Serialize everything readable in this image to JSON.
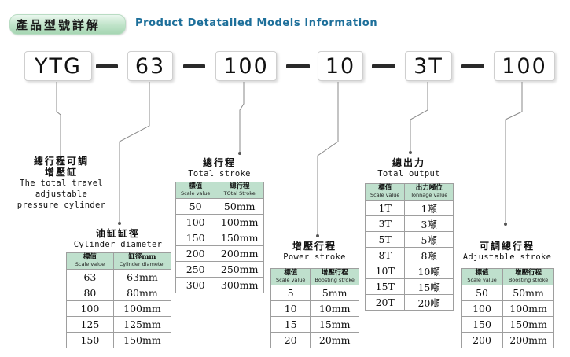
{
  "header": {
    "title_cn": "產品型號詳解",
    "title_en": "Product Detatailed Models Information"
  },
  "model_code": [
    {
      "segment": "YTG"
    },
    {
      "segment": "63"
    },
    {
      "segment": "100"
    },
    {
      "segment": "10"
    },
    {
      "segment": "3T"
    },
    {
      "segment": "100"
    }
  ],
  "labels": {
    "ytg": {
      "cn1": "總行程可調",
      "cn2": "增壓缸",
      "en1": "The total travel",
      "en2": "adjustable",
      "en3": "pressure cylinder"
    },
    "cylinder": {
      "cn": "油缸缸徑",
      "en": "Cylinder diameter"
    },
    "total_stroke": {
      "cn": "總行程",
      "en": "Total stroke"
    },
    "power_stroke": {
      "cn": "增壓行程",
      "en": "Power stroke"
    },
    "total_output": {
      "cn": "總出力",
      "en": "Total output"
    },
    "adjustable_stroke": {
      "cn": "可調總行程",
      "en": "Adjustable stroke"
    }
  },
  "tables": {
    "cylinder": {
      "h1_cn": "標值",
      "h1_en": "Scale value",
      "h2_cn": "缸徑mm",
      "h2_en": "Cylinder diameter",
      "rows": [
        [
          "63",
          "63mm"
        ],
        [
          "80",
          "80mm"
        ],
        [
          "100",
          "100mm"
        ],
        [
          "125",
          "125mm"
        ],
        [
          "150",
          "150mm"
        ]
      ]
    },
    "total_stroke": {
      "h1_cn": "標值",
      "h1_en": "Scale value",
      "h2_cn": "總行程",
      "h2_en": "TOtal Stroke",
      "rows": [
        [
          "50",
          "50mm"
        ],
        [
          "100",
          "100mm"
        ],
        [
          "150",
          "150mm"
        ],
        [
          "200",
          "200mm"
        ],
        [
          "250",
          "250mm"
        ],
        [
          "300",
          "300mm"
        ]
      ]
    },
    "power_stroke": {
      "h1_cn": "標值",
      "h1_en": "Scale value",
      "h2_cn": "增壓行程",
      "h2_en": "Boosting stroke",
      "rows": [
        [
          "5",
          "5mm"
        ],
        [
          "10",
          "10mm"
        ],
        [
          "15",
          "15mm"
        ],
        [
          "20",
          "20mm"
        ]
      ]
    },
    "total_output": {
      "h1_cn": "標值",
      "h1_en": "Scale value",
      "h2_cn": "出力噸位",
      "h2_en": "Tonnage value",
      "rows": [
        [
          "1T",
          "1噸"
        ],
        [
          "3T",
          "3噸"
        ],
        [
          "5T",
          "5噸"
        ],
        [
          "8T",
          "8噸"
        ],
        [
          "10T",
          "10噸"
        ],
        [
          "15T",
          "15噸"
        ],
        [
          "20T",
          "20噸"
        ]
      ]
    },
    "adjustable_stroke": {
      "h1_cn": "標值",
      "h1_en": "Scale value",
      "h2_cn": "增壓行程",
      "h2_en": "Boosting stroke",
      "rows": [
        [
          "50",
          "50mm"
        ],
        [
          "100",
          "100mm"
        ],
        [
          "150",
          "150mm"
        ],
        [
          "200",
          "200mm"
        ]
      ]
    }
  }
}
